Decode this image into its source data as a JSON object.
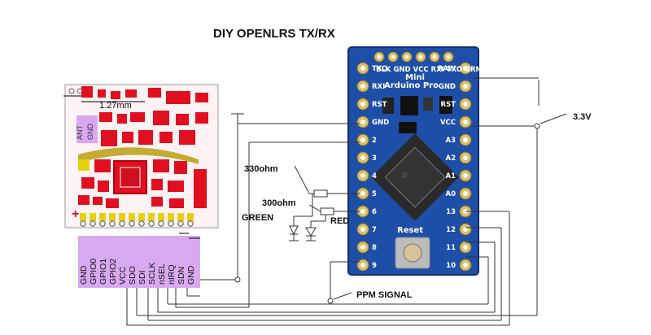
{
  "title": "DIY OPENLRS TX/RX",
  "module": {
    "dimension": "1.27mm",
    "ant_label": "ANT",
    "gnd_label": "GND",
    "pins": [
      "GND",
      "GPIO0",
      "GPIO1",
      "GPIO2",
      "VCC",
      "SDO",
      "SDI",
      "SCLK",
      "nSEL",
      "nIRQ",
      "SDN",
      "GND"
    ]
  },
  "arduino": {
    "name_line1": "Mini",
    "name_line2": "Arduino Pro",
    "top_pins": "BLK  GND VCC RXI TXO  GRN",
    "reset_label": "Reset",
    "left_pins": [
      "TXO",
      "RXI",
      "RST",
      "GND",
      "2",
      "3",
      "4",
      "5",
      "6",
      "7",
      "8",
      "9"
    ],
    "right_pins": [
      "RAW",
      "GND",
      "RST",
      "VCC",
      "A3",
      "A2",
      "A1",
      "A0",
      "13",
      "12",
      "11",
      "10"
    ]
  },
  "labels": {
    "supply": "3.3V",
    "r1": "330ohm",
    "r2": "300ohm",
    "led_green": "GREEN",
    "led_red": "RED",
    "ppm": "PPM SIGNAL"
  },
  "colors": {
    "pcb_red": "#e01020",
    "pad_yellow": "#e8d010",
    "header_purple": "#d8a8f0",
    "arduino_blue": "#1e4fa8",
    "pin_gold": "#d9c06a"
  }
}
